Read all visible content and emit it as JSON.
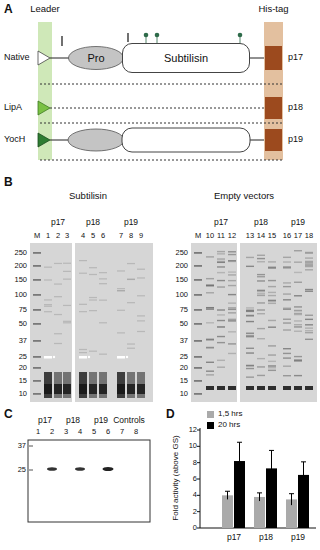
{
  "diagram": {
    "nodes": [
      {
        "text": [
          "Leader"
        ]
      },
      {
        "text": [
          "His-tag"
        ]
      },
      {
        "text": [
          "Pro"
        ]
      },
      {
        "text": [
          "Subtilisin"
        ]
      }
    ],
    "labels": [
      "A",
      "Native",
      "p17",
      "LipA",
      "p18",
      "YocH",
      "p19",
      "B",
      "Subtilisin",
      "Empty vectors",
      "p17",
      "p18",
      "p19",
      "M",
      "1",
      "2",
      "3",
      "4",
      "5",
      "6",
      "7",
      "8",
      "9",
      "250",
      "200",
      "150",
      "100",
      "75",
      "50",
      "37",
      "25",
      "20",
      "15",
      "10",
      "p17",
      "p18",
      "p19",
      "M",
      "10",
      "11",
      "12",
      "13",
      "14",
      "15",
      "16",
      "17",
      "18",
      "250",
      "200",
      "150",
      "100",
      "75",
      "50",
      "37",
      "25",
      "20",
      "15",
      "10",
      "C",
      "p17",
      "p18",
      "p19",
      "Controls",
      "1",
      "2",
      "3",
      "4",
      "5",
      "6",
      "7",
      "8",
      "37",
      "25",
      "D",
      "Fold activity (above GS)",
      "0",
      "2",
      "4",
      "6",
      "8",
      "10",
      "12",
      "p17",
      "p18",
      "p19"
    ],
    "legend": [
      {
        "text": "1,5 hrs",
        "color": "#aaaaaa"
      },
      {
        "text": "20 hrs",
        "color": "#000000"
      }
    ]
  }
}
